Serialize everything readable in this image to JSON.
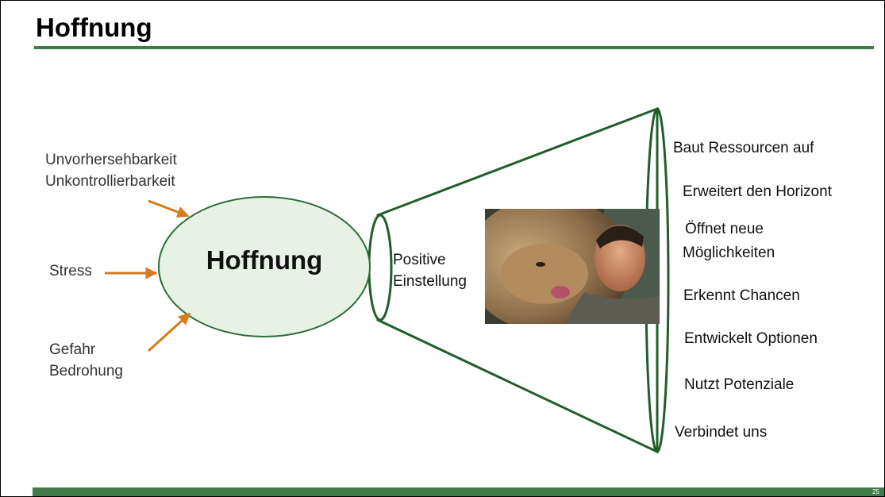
{
  "slide": {
    "title": "Hoffnung",
    "page_number": "25"
  },
  "inputs": {
    "unpredictability": "Unvorhersehbarkeit",
    "uncontrollability": "Unkontrollierbarkeit",
    "stress": "Stress",
    "danger": "Gefahr",
    "threat": "Bedrohung"
  },
  "center": {
    "label": "Hoffnung",
    "fill_color": "#e8f1e6",
    "outline_color": "#2d6b36"
  },
  "funnel": {
    "entry_line1": "Positive",
    "entry_line2": "Einstellung",
    "outputs": [
      "Baut Ressourcen auf",
      "Erweitert den Horizont",
      "Öffnet neue",
      "Möglichkeiten",
      "Erkennt Chancen",
      "Entwickelt Optionen",
      "Nutzt Potenziale",
      "Verbindet uns"
    ]
  },
  "colors": {
    "accent_green": "#3e7d4a",
    "arrow_orange": "#d37b1e"
  }
}
